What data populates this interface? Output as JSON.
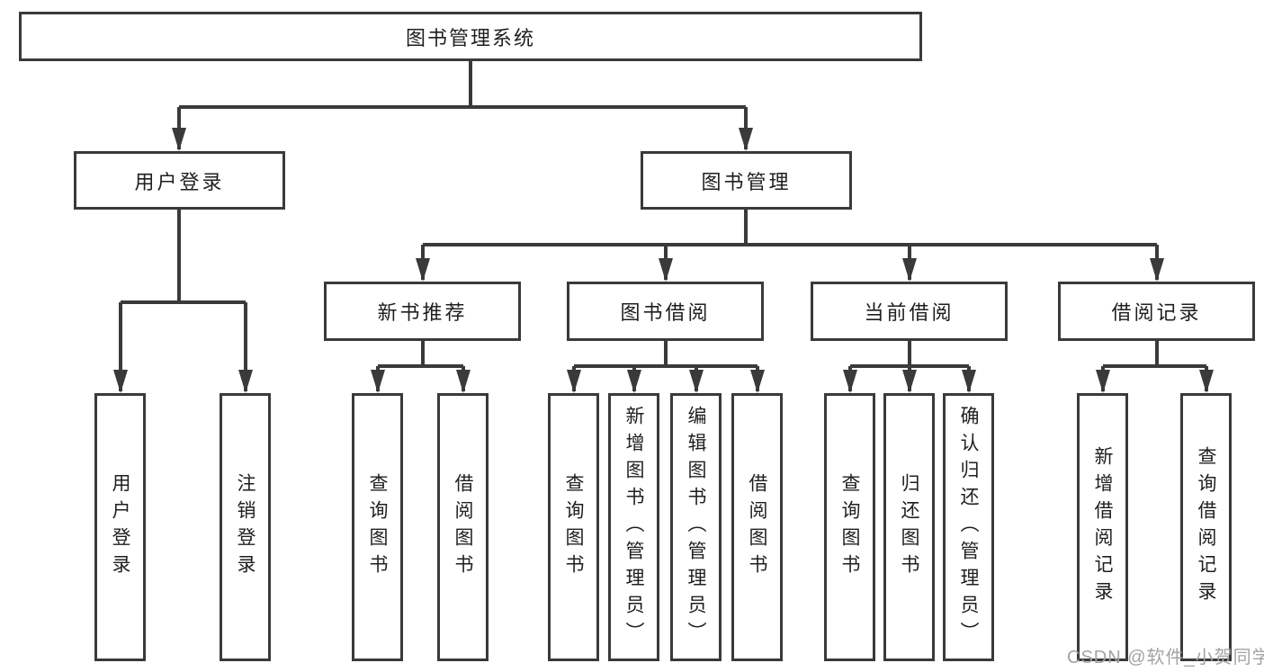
{
  "diagram": {
    "title": "图书管理系统",
    "level2": [
      {
        "id": "user-login",
        "label": "用户登录",
        "parent": "图书管理系统"
      },
      {
        "id": "book-management",
        "label": "图书管理",
        "parent": "图书管理系统"
      }
    ],
    "level3": [
      {
        "id": "new-book-recommend",
        "label": "新书推荐",
        "parent": "图书管理"
      },
      {
        "id": "book-borrow",
        "label": "图书借阅",
        "parent": "图书管理"
      },
      {
        "id": "current-borrow",
        "label": "当前借阅",
        "parent": "图书管理"
      },
      {
        "id": "borrow-records",
        "label": "借阅记录",
        "parent": "图书管理"
      }
    ],
    "leaves": [
      {
        "id": "user-login-leaf",
        "label": "用户登录",
        "parent": "用户登录"
      },
      {
        "id": "logout",
        "label": "注销登录",
        "parent": "用户登录"
      },
      {
        "id": "query-books-recommend",
        "label": "查询图书",
        "parent": "新书推荐"
      },
      {
        "id": "borrow-books-recommend",
        "label": "借阅图书",
        "parent": "新书推荐"
      },
      {
        "id": "query-books-borrow",
        "label": "查询图书",
        "parent": "图书借阅"
      },
      {
        "id": "add-book-admin",
        "label": "新增图书（管理员）",
        "parent": "图书借阅"
      },
      {
        "id": "edit-book-admin",
        "label": "编辑图书（管理员）",
        "parent": "图书借阅"
      },
      {
        "id": "borrow-books-borrow",
        "label": "借阅图书",
        "parent": "图书借阅"
      },
      {
        "id": "query-books-current",
        "label": "查询图书",
        "parent": "当前借阅"
      },
      {
        "id": "return-book",
        "label": "归还图书",
        "parent": "当前借阅"
      },
      {
        "id": "confirm-return-admin",
        "label": "确认归还（管理员）",
        "parent": "当前借阅"
      },
      {
        "id": "add-borrow-record",
        "label": "新增借阅记录",
        "parent": "借阅记录"
      },
      {
        "id": "query-borrow-record",
        "label": "查询借阅记录",
        "parent": "借阅记录"
      }
    ],
    "watermark": "CSDN @软件_小贺同学",
    "colors": {
      "line": "#3a3a3a",
      "text": "#1f1f1f",
      "watermark": "#a3a3a3",
      "background": "#ffffff"
    }
  }
}
